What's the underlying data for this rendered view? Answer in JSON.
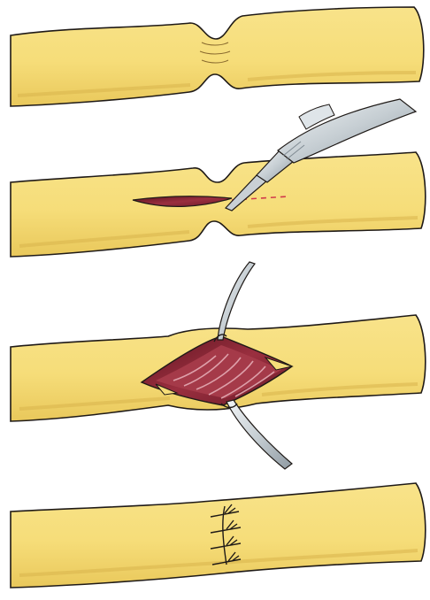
{
  "figure": {
    "steps": [
      {
        "id": "step-1"
      },
      {
        "id": "step-2"
      },
      {
        "id": "step-3"
      },
      {
        "id": "step-4"
      }
    ]
  },
  "colors": {
    "tube_fill": "#f6dd79",
    "tube_shadow": "#e8c95d",
    "outline": "#1f1a17",
    "tissue_dark": "#7b1f2c",
    "tissue_mid": "#a53a49",
    "tissue_light": "#c97b86",
    "incision_line": "#d03a4a",
    "steel_light": "#e7ecef",
    "steel_mid": "#b7c0c6",
    "steel_dark": "#7f8a92"
  },
  "icons": {
    "scalpel": "scalpel-icon",
    "retractor": "retractor-icon",
    "suture": "suture-icon"
  }
}
